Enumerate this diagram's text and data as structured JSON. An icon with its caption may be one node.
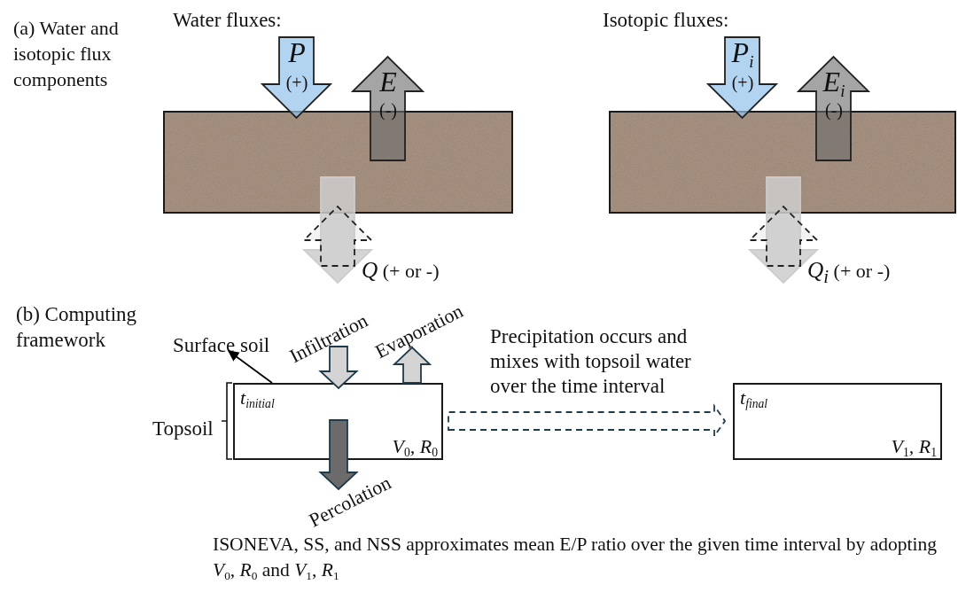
{
  "diagram": {
    "nodes": [
      {
        "text": [],
        "shape": "box"
      },
      {
        "text": [],
        "shape": "box"
      },
      {
        "text": [
          "t$_{initial}$",
          "V$_{0}$, R$_{0}$"
        ]
      },
      {
        "text": [
          "t$_{final}$",
          "V$_{1}$, R$_{1}$"
        ]
      },
      {
        "text": [
          "Surface soil"
        ]
      }
    ],
    "edges": [
      {
        "from": null,
        "to": 0,
        "arrow": "to",
        "label": "*P* (+)"
      },
      {
        "from": 0,
        "to": null,
        "arrow": "to",
        "label": "*E* (-)"
      },
      {
        "from": 0,
        "to": null,
        "arrow": "to",
        "color": "#cccccc",
        "label": "*Q* (+ or -)"
      },
      {
        "from": null,
        "to": 0,
        "arrow": "to",
        "style": "dashed"
      },
      {
        "from": null,
        "to": 1,
        "arrow": "to",
        "label": "*P*$_{i}$ (+)"
      },
      {
        "from": 1,
        "to": null,
        "arrow": "to",
        "label": "*E*$_{i}$ (-)"
      },
      {
        "from": 1,
        "to": null,
        "arrow": "to",
        "color": "#cccccc",
        "label": "*Q*$_{i}$ (+ or -)"
      },
      {
        "from": null,
        "to": 1,
        "arrow": "to",
        "style": "dashed"
      },
      {
        "from": null,
        "to": 2,
        "arrow": "to",
        "label": "Infiltration"
      },
      {
        "from": 2,
        "to": null,
        "arrow": "to",
        "label": "Evaporation"
      },
      {
        "from": 2,
        "to": null,
        "arrow": "to",
        "label": "Percolation"
      },
      {
        "from": 2,
        "to": 3,
        "arrow": "to",
        "style": "dashed",
        "label": "Precipitation occurs and mixes with topsoil water over the time interval"
      },
      {
        "from": 2,
        "to": 4,
        "arrow": "to",
        "color": "#000000"
      }
    ],
    "labels": [
      "(a) Water and isotopic flux components",
      "Water fluxes:",
      "Isotopic fluxes:",
      "(b) Computing framework",
      "Topsoil",
      "ISONEVA, SS, and NSS approximates mean E/P ratio over the given time interval by adopting *V*$_{0}$, *R*$_{0}$ and *V*$_{1}$, *R*$_{1}$"
    ]
  }
}
